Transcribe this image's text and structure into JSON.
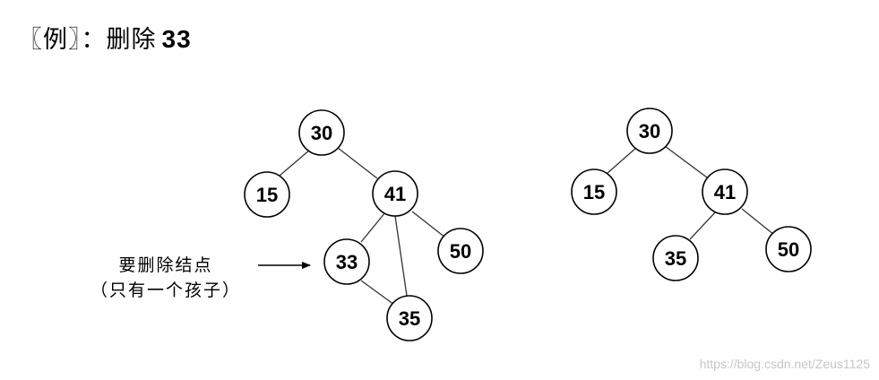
{
  "title": {
    "prefix": "〖例〗：删除",
    "number": "33"
  },
  "annotation": {
    "line1": "要删除结点",
    "line2": "（只有一个孩子）"
  },
  "trees": [
    {
      "name": "before",
      "nodes": [
        "30",
        "15",
        "41",
        "33",
        "50",
        "35"
      ]
    },
    {
      "name": "after",
      "nodes": [
        "30",
        "15",
        "41",
        "35",
        "50"
      ]
    }
  ],
  "watermark": "https://blog.csdn.net/Zeus1125"
}
